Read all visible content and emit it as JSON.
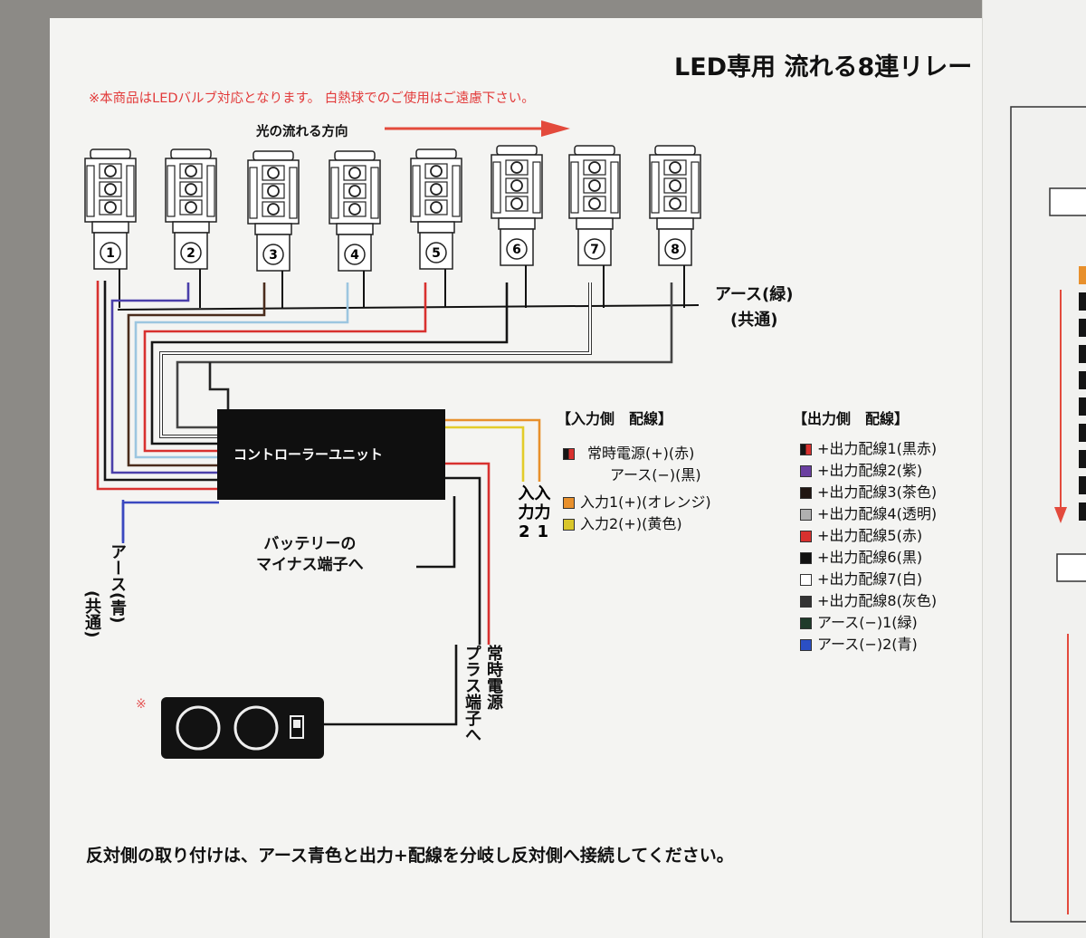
{
  "title": "LED専用 流れる8連リレー",
  "warning": "※本商品はLEDバルブ対応となります。 白熱球でのご使用はご遠慮下さい。",
  "flow_direction_label": "光の流れる方向",
  "bulb_numbers": [
    "①",
    "②",
    "③",
    "④",
    "⑤",
    "⑥",
    "⑦",
    "⑧"
  ],
  "earth_top": {
    "line1": "アース(緑)",
    "line2": "(共通)"
  },
  "earth_left": {
    "line1": "アース(青)",
    "line2": "(共通)"
  },
  "controller_label": "コントローラーユニット",
  "input_keys": {
    "top": "入入",
    "mid": "力力",
    "num": "21"
  },
  "input_header": "【入力側　配線】",
  "output_header": "【出力側　配線】",
  "input_wiring": [
    {
      "label": "常時電源(+)(赤)",
      "sub": "アース(−)(黒)",
      "swatch": "#d8312f"
    },
    {
      "label": "入力1(+)(オレンジ)",
      "swatch": "#e8902c"
    },
    {
      "label": "入力2(+)(黄色)",
      "swatch": "#d9c62a"
    }
  ],
  "output_wiring": [
    {
      "label": "+出力配線1(黒赤)",
      "swatch": "#1a1a1a"
    },
    {
      "label": "+出力配線2(紫)",
      "swatch": "#6a3fa0"
    },
    {
      "label": "+出力配線3(茶色)",
      "swatch": "#201612"
    },
    {
      "label": "+出力配線4(透明)",
      "swatch": "#b0b0b0"
    },
    {
      "label": "+出力配線5(赤)",
      "swatch": "#d8312f"
    },
    {
      "label": "+出力配線6(黒)",
      "swatch": "#111111"
    },
    {
      "label": "+出力配線7(白)",
      "swatch": "#ffffff"
    },
    {
      "label": "+出力配線8(灰色)",
      "swatch": "#333333"
    },
    {
      "label": "アース(−)1(緑)",
      "swatch": "#1f3a2a"
    },
    {
      "label": "アース(−)2(青)",
      "swatch": "#2b4fc4"
    }
  ],
  "battery_minus": {
    "line1": "バッテリーの",
    "line2": "マイナス端子へ"
  },
  "battery_plus": {
    "col1": "常時電源",
    "col2": "プラス端子へ"
  },
  "note_mark": "※",
  "bottom_note": "反対側の取り付けは、アース青色と出力+配線を分岐し反対側へ接続してください。",
  "wire_colors": {
    "red": "#d8312f",
    "blue": "#3a48c0",
    "purple": "#5b3fa0",
    "brown": "#4a2c1c",
    "lightblue": "#9cc6e0",
    "orange": "#e8902c",
    "yellow": "#e3cc2a",
    "black": "#151515",
    "gray": "#555555",
    "white": "#ffffff"
  }
}
